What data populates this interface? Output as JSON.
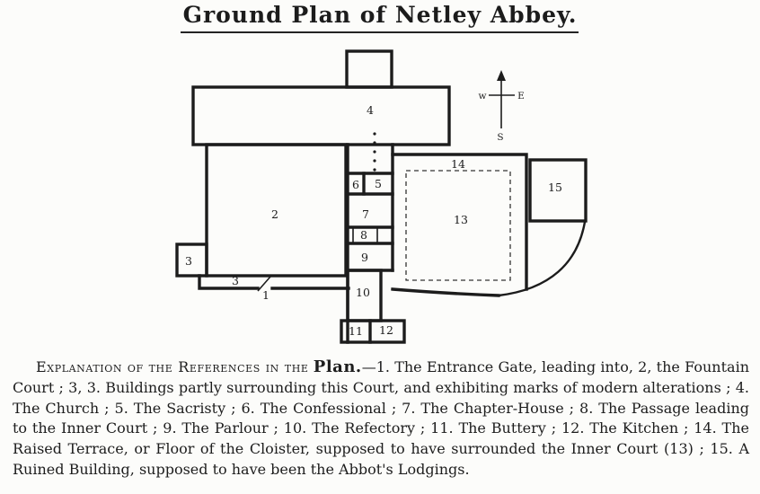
{
  "page": {
    "title": "Ground Plan of Netley Abbey."
  },
  "plan": {
    "room_labels": {
      "r1": "1",
      "r2": "2",
      "r3a": "3",
      "r3b": "3",
      "r4": "4",
      "r5": "5",
      "r6": "6",
      "r7": "7",
      "r8": "8",
      "r9": "9",
      "r10": "10",
      "r11": "11",
      "r12": "12",
      "r13": "13",
      "r14": "14",
      "r15": "15"
    },
    "compass": {
      "west": "w",
      "east": "E",
      "south": "S"
    }
  },
  "explanation": {
    "lead": "Explanation of the References in the",
    "plan_word": "Plan.",
    "body": "—1. The Entrance Gate, leading into, 2, the Fountain Court ; 3, 3. Buildings partly surrounding this Court, and exhibiting marks of modern alterations ; 4. The Church ; 5. The Sacristy ; 6. The Confessional ; 7. The Chapter-House ; 8. The Passage leading to the Inner Court ; 9. The Parlour ; 10. The Refectory ; 11. The Buttery ; 12. The Kitchen ; 14. The Raised Terrace, or Floor of the Cloister, supposed to have surrounded the Inner Court (13) ; 15. A Ruined Building, supposed to have been the Abbot's Lodgings."
  },
  "colors": {
    "ink": "#1c1c1c",
    "paper": "#fcfcfa"
  }
}
